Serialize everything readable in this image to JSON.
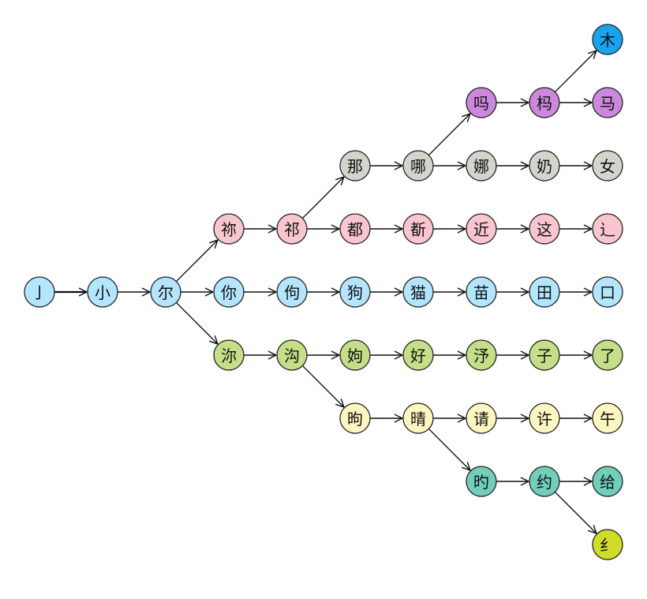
{
  "colors": {
    "blue": "#b3e5fc",
    "pink": "#f9c6cf",
    "gray": "#d4d4cc",
    "purple": "#cc88dd",
    "deepblue": "#1aa3ef",
    "green": "#c5de88",
    "yellow": "#fdf6c0",
    "teal": "#72cdbb",
    "lime": "#cfdc2a"
  },
  "nodes": [
    {
      "id": "n0",
      "label": "亅",
      "color": "blue"
    },
    {
      "id": "n1",
      "label": "小",
      "color": "blue"
    },
    {
      "id": "n2",
      "label": "尔",
      "color": "blue"
    },
    {
      "id": "n3",
      "label": "祢",
      "color": "pink"
    },
    {
      "id": "n4",
      "label": "你",
      "color": "blue"
    },
    {
      "id": "n5",
      "label": "沵",
      "color": "green"
    },
    {
      "id": "n6",
      "label": "祁",
      "color": "pink"
    },
    {
      "id": "n7",
      "label": "佝",
      "color": "blue"
    },
    {
      "id": "n8",
      "label": "沟",
      "color": "green"
    },
    {
      "id": "n9",
      "label": "那",
      "color": "gray"
    },
    {
      "id": "n10",
      "label": "都",
      "color": "pink"
    },
    {
      "id": "n11",
      "label": "狗",
      "color": "blue"
    },
    {
      "id": "n12",
      "label": "姁",
      "color": "green"
    },
    {
      "id": "n13",
      "label": "昫",
      "color": "yellow"
    },
    {
      "id": "n14",
      "label": "哪",
      "color": "gray"
    },
    {
      "id": "n15",
      "label": "斱",
      "color": "pink"
    },
    {
      "id": "n16",
      "label": "猫",
      "color": "blue"
    },
    {
      "id": "n17",
      "label": "好",
      "color": "green"
    },
    {
      "id": "n18",
      "label": "晴",
      "color": "yellow"
    },
    {
      "id": "n19",
      "label": "吗",
      "color": "purple"
    },
    {
      "id": "n20",
      "label": "娜",
      "color": "gray"
    },
    {
      "id": "n21",
      "label": "近",
      "color": "pink"
    },
    {
      "id": "n22",
      "label": "苗",
      "color": "blue"
    },
    {
      "id": "n23",
      "label": "汿",
      "color": "green"
    },
    {
      "id": "n24",
      "label": "请",
      "color": "yellow"
    },
    {
      "id": "n25",
      "label": "旳",
      "color": "teal"
    },
    {
      "id": "n26",
      "label": "杩",
      "color": "purple"
    },
    {
      "id": "n27",
      "label": "奶",
      "color": "gray"
    },
    {
      "id": "n28",
      "label": "这",
      "color": "pink"
    },
    {
      "id": "n29",
      "label": "田",
      "color": "blue"
    },
    {
      "id": "n30",
      "label": "子",
      "color": "green"
    },
    {
      "id": "n31",
      "label": "许",
      "color": "yellow"
    },
    {
      "id": "n32",
      "label": "约",
      "color": "teal"
    },
    {
      "id": "n33",
      "label": "木",
      "color": "deepblue"
    },
    {
      "id": "n34",
      "label": "马",
      "color": "purple"
    },
    {
      "id": "n35",
      "label": "女",
      "color": "gray"
    },
    {
      "id": "n36",
      "label": "辶",
      "color": "pink"
    },
    {
      "id": "n37",
      "label": "口",
      "color": "blue"
    },
    {
      "id": "n38",
      "label": "了",
      "color": "green"
    },
    {
      "id": "n39",
      "label": "午",
      "color": "yellow"
    },
    {
      "id": "n40",
      "label": "给",
      "color": "teal"
    },
    {
      "id": "n41",
      "label": "纟",
      "color": "lime"
    }
  ],
  "edges": [
    [
      "n0",
      "n1"
    ],
    [
      "n1",
      "n2"
    ],
    [
      "n2",
      "n3"
    ],
    [
      "n2",
      "n4"
    ],
    [
      "n2",
      "n5"
    ],
    [
      "n3",
      "n6"
    ],
    [
      "n4",
      "n7"
    ],
    [
      "n5",
      "n8"
    ],
    [
      "n6",
      "n9"
    ],
    [
      "n6",
      "n10"
    ],
    [
      "n7",
      "n11"
    ],
    [
      "n8",
      "n12"
    ],
    [
      "n8",
      "n13"
    ],
    [
      "n9",
      "n14"
    ],
    [
      "n10",
      "n15"
    ],
    [
      "n11",
      "n16"
    ],
    [
      "n12",
      "n17"
    ],
    [
      "n13",
      "n18"
    ],
    [
      "n14",
      "n19"
    ],
    [
      "n14",
      "n20"
    ],
    [
      "n15",
      "n21"
    ],
    [
      "n16",
      "n22"
    ],
    [
      "n17",
      "n23"
    ],
    [
      "n18",
      "n24"
    ],
    [
      "n18",
      "n25"
    ],
    [
      "n19",
      "n26"
    ],
    [
      "n20",
      "n27"
    ],
    [
      "n21",
      "n28"
    ],
    [
      "n22",
      "n29"
    ],
    [
      "n23",
      "n30"
    ],
    [
      "n24",
      "n31"
    ],
    [
      "n25",
      "n32"
    ],
    [
      "n26",
      "n33"
    ],
    [
      "n26",
      "n34"
    ],
    [
      "n27",
      "n35"
    ],
    [
      "n28",
      "n36"
    ],
    [
      "n29",
      "n37"
    ],
    [
      "n30",
      "n38"
    ],
    [
      "n31",
      "n39"
    ],
    [
      "n32",
      "n40"
    ],
    [
      "n32",
      "n41"
    ]
  ]
}
